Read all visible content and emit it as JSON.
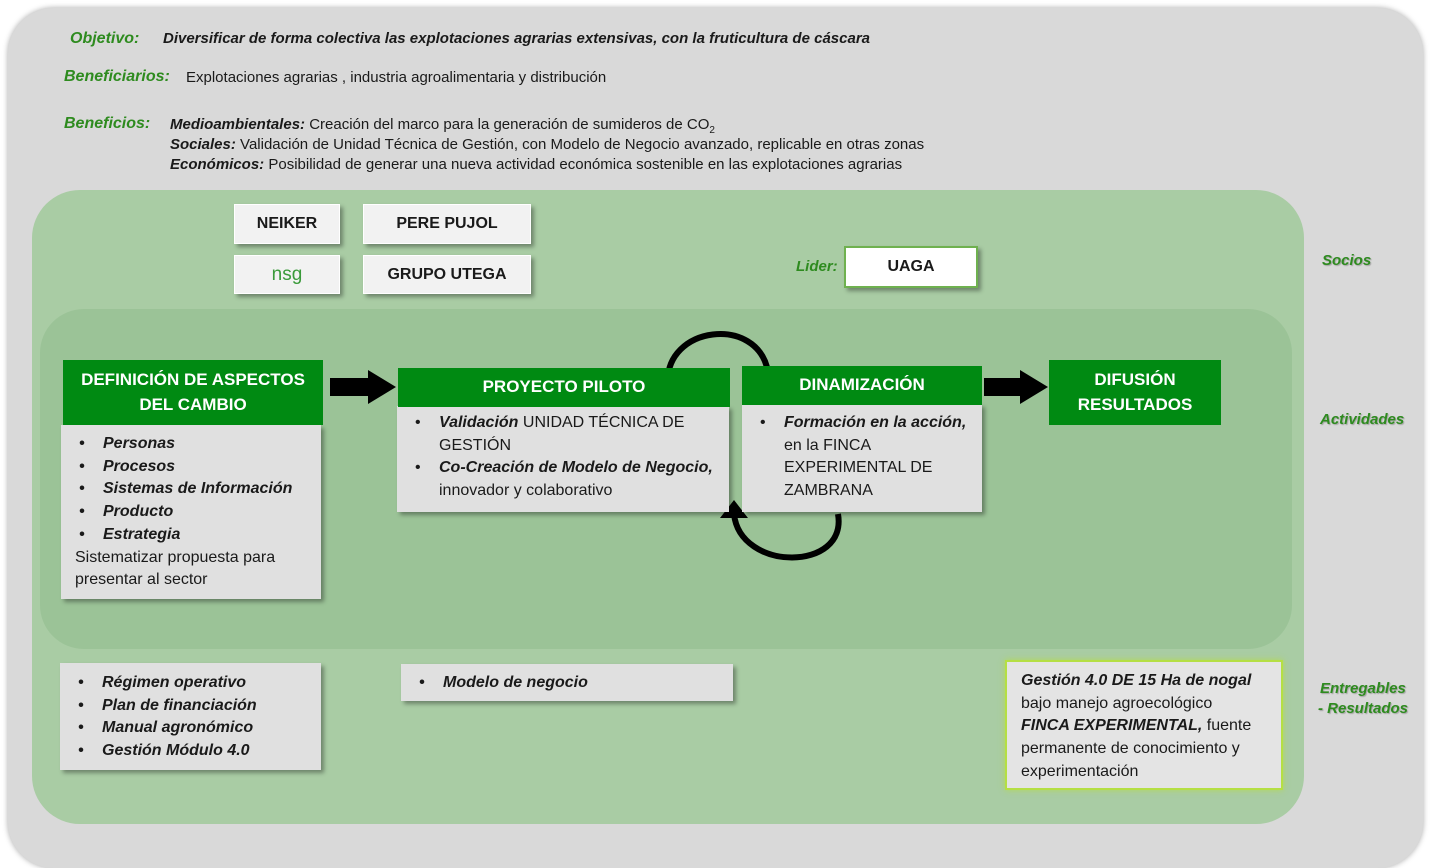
{
  "header": {
    "objetivo_label": "Objetivo:",
    "objetivo_text": "Diversificar de forma colectiva las explotaciones agrarias extensivas, con la fruticultura de cáscara",
    "beneficiarios_label": "Beneficiarios:",
    "beneficiarios_text": "Explotaciones  agrarias , industria  agroalimentaria y distribución",
    "beneficios_label": "Beneficios:",
    "beneficios": [
      {
        "label": "Medioambientales:",
        "text": "Creación del marco para la generación de sumideros de  CO",
        "sub": "2"
      },
      {
        "label": "Sociales:",
        "text": "Validación  de Unidad Técnica de Gestión, con Modelo de Negocio avanzado, replicable en  otras zonas"
      },
      {
        "label": "Económicos:",
        "text": "Posibilidad de generar una nueva actividad económica  sostenible en las explotaciones agrarias"
      }
    ]
  },
  "partners": {
    "items": [
      "NEIKER",
      "PERE PUJOL",
      "nsg",
      "GRUPO UTEGA"
    ],
    "lider_label": "Lider:",
    "lider": "UAGA"
  },
  "activities": {
    "definicion": {
      "title": "DEFINICIÓN DE ASPECTOS DEL CAMBIO",
      "bullets": [
        "Personas",
        "Procesos",
        "Sistemas de Información",
        "Producto",
        "Estrategia"
      ],
      "note": "Sistematizar propuesta para presentar al sector"
    },
    "piloto": {
      "title": "PROYECTO PILOTO",
      "items": [
        {
          "bold": "Validación",
          "text": " UNIDAD TÉCNICA DE GESTIÓN"
        },
        {
          "bold": "Co-Creación de Modelo de Negocio,",
          "text": " innovador y colaborativo"
        }
      ]
    },
    "dinamizacion": {
      "title": "DINAMIZACIÓN",
      "items": [
        {
          "bold": "Formación en la acción,",
          "text": " en la FINCA EXPERIMENTAL DE ZAMBRANA"
        }
      ]
    },
    "difusion": {
      "title": "DIFUSIÓN RESULTADOS"
    }
  },
  "deliverables": {
    "list1": [
      "Régimen operativo",
      "Plan de financiación",
      "Manual agronómico",
      "Gestión Módulo 4.0"
    ],
    "list2": [
      "Modelo de negocio"
    ],
    "final_bold1": "Gestión 4.0 DE 15 Ha de nogal",
    "final_text1": "bajo manejo agroecológico",
    "final_bold2": "FINCA EXPERIMENTAL,",
    "final_text2": " fuente permanente de conocimiento y experimentación"
  },
  "side_labels": {
    "socios": "Socios",
    "actividades": "Actividades",
    "entregables_1": "Entregables",
    "entregables_2": "- Resultados"
  }
}
